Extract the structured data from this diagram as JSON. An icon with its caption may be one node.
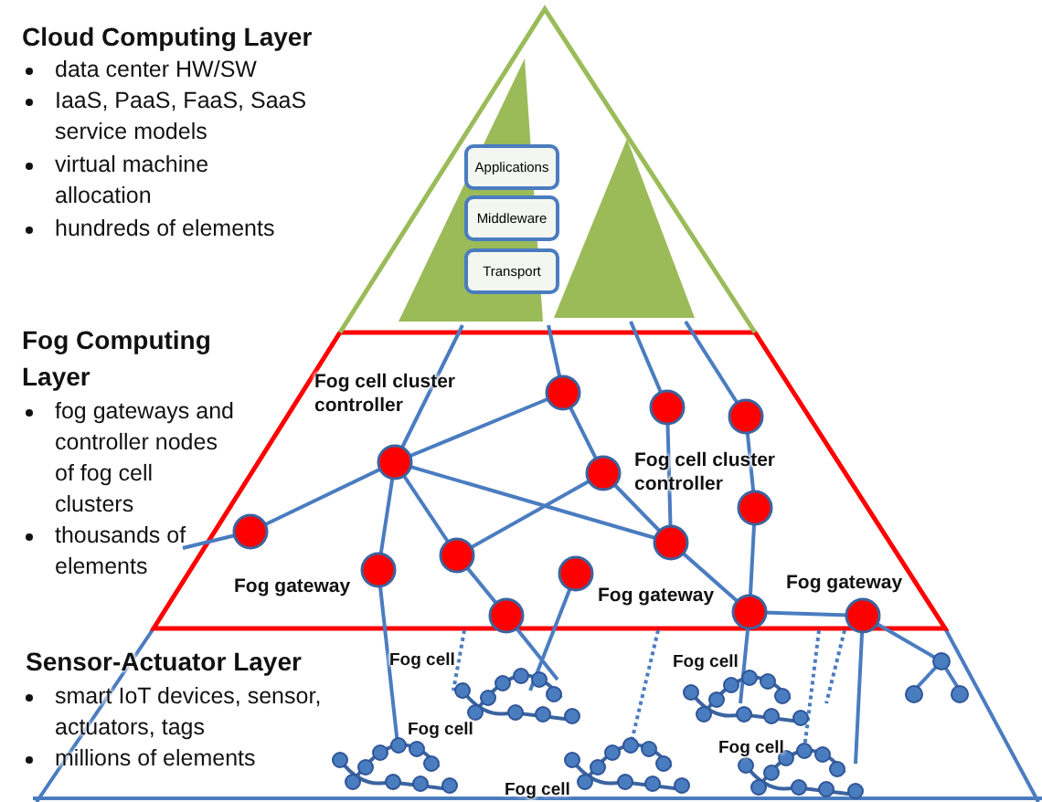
{
  "diagram": {
    "nodes": [
      {
        "text": [
          "Applications"
        ]
      },
      {
        "text": [
          "Middleware"
        ]
      },
      {
        "text": [
          "Transport"
        ]
      }
    ],
    "labels": [
      "Cloud Computing Layer",
      "data center HW/SW",
      "IaaS, PaaS, FaaS, SaaS service models",
      "virtual machine allocation",
      "hundreds of elements",
      "Fog Computing Layer",
      "fog gateways and controller nodes of fog cell clusters",
      "thousands of elements",
      "Fog cell cluster controller",
      "Fog cell cluster controller",
      "Fog gateway",
      "Fog gateway",
      "Fog gateway",
      "Sensor-Actuator Layer",
      "smart IoT devices, sensor, actuators, tags",
      "millions of elements",
      "Fog cell",
      "Fog cell",
      "Fog cell",
      "Fog cell",
      "Fog cell"
    ]
  }
}
